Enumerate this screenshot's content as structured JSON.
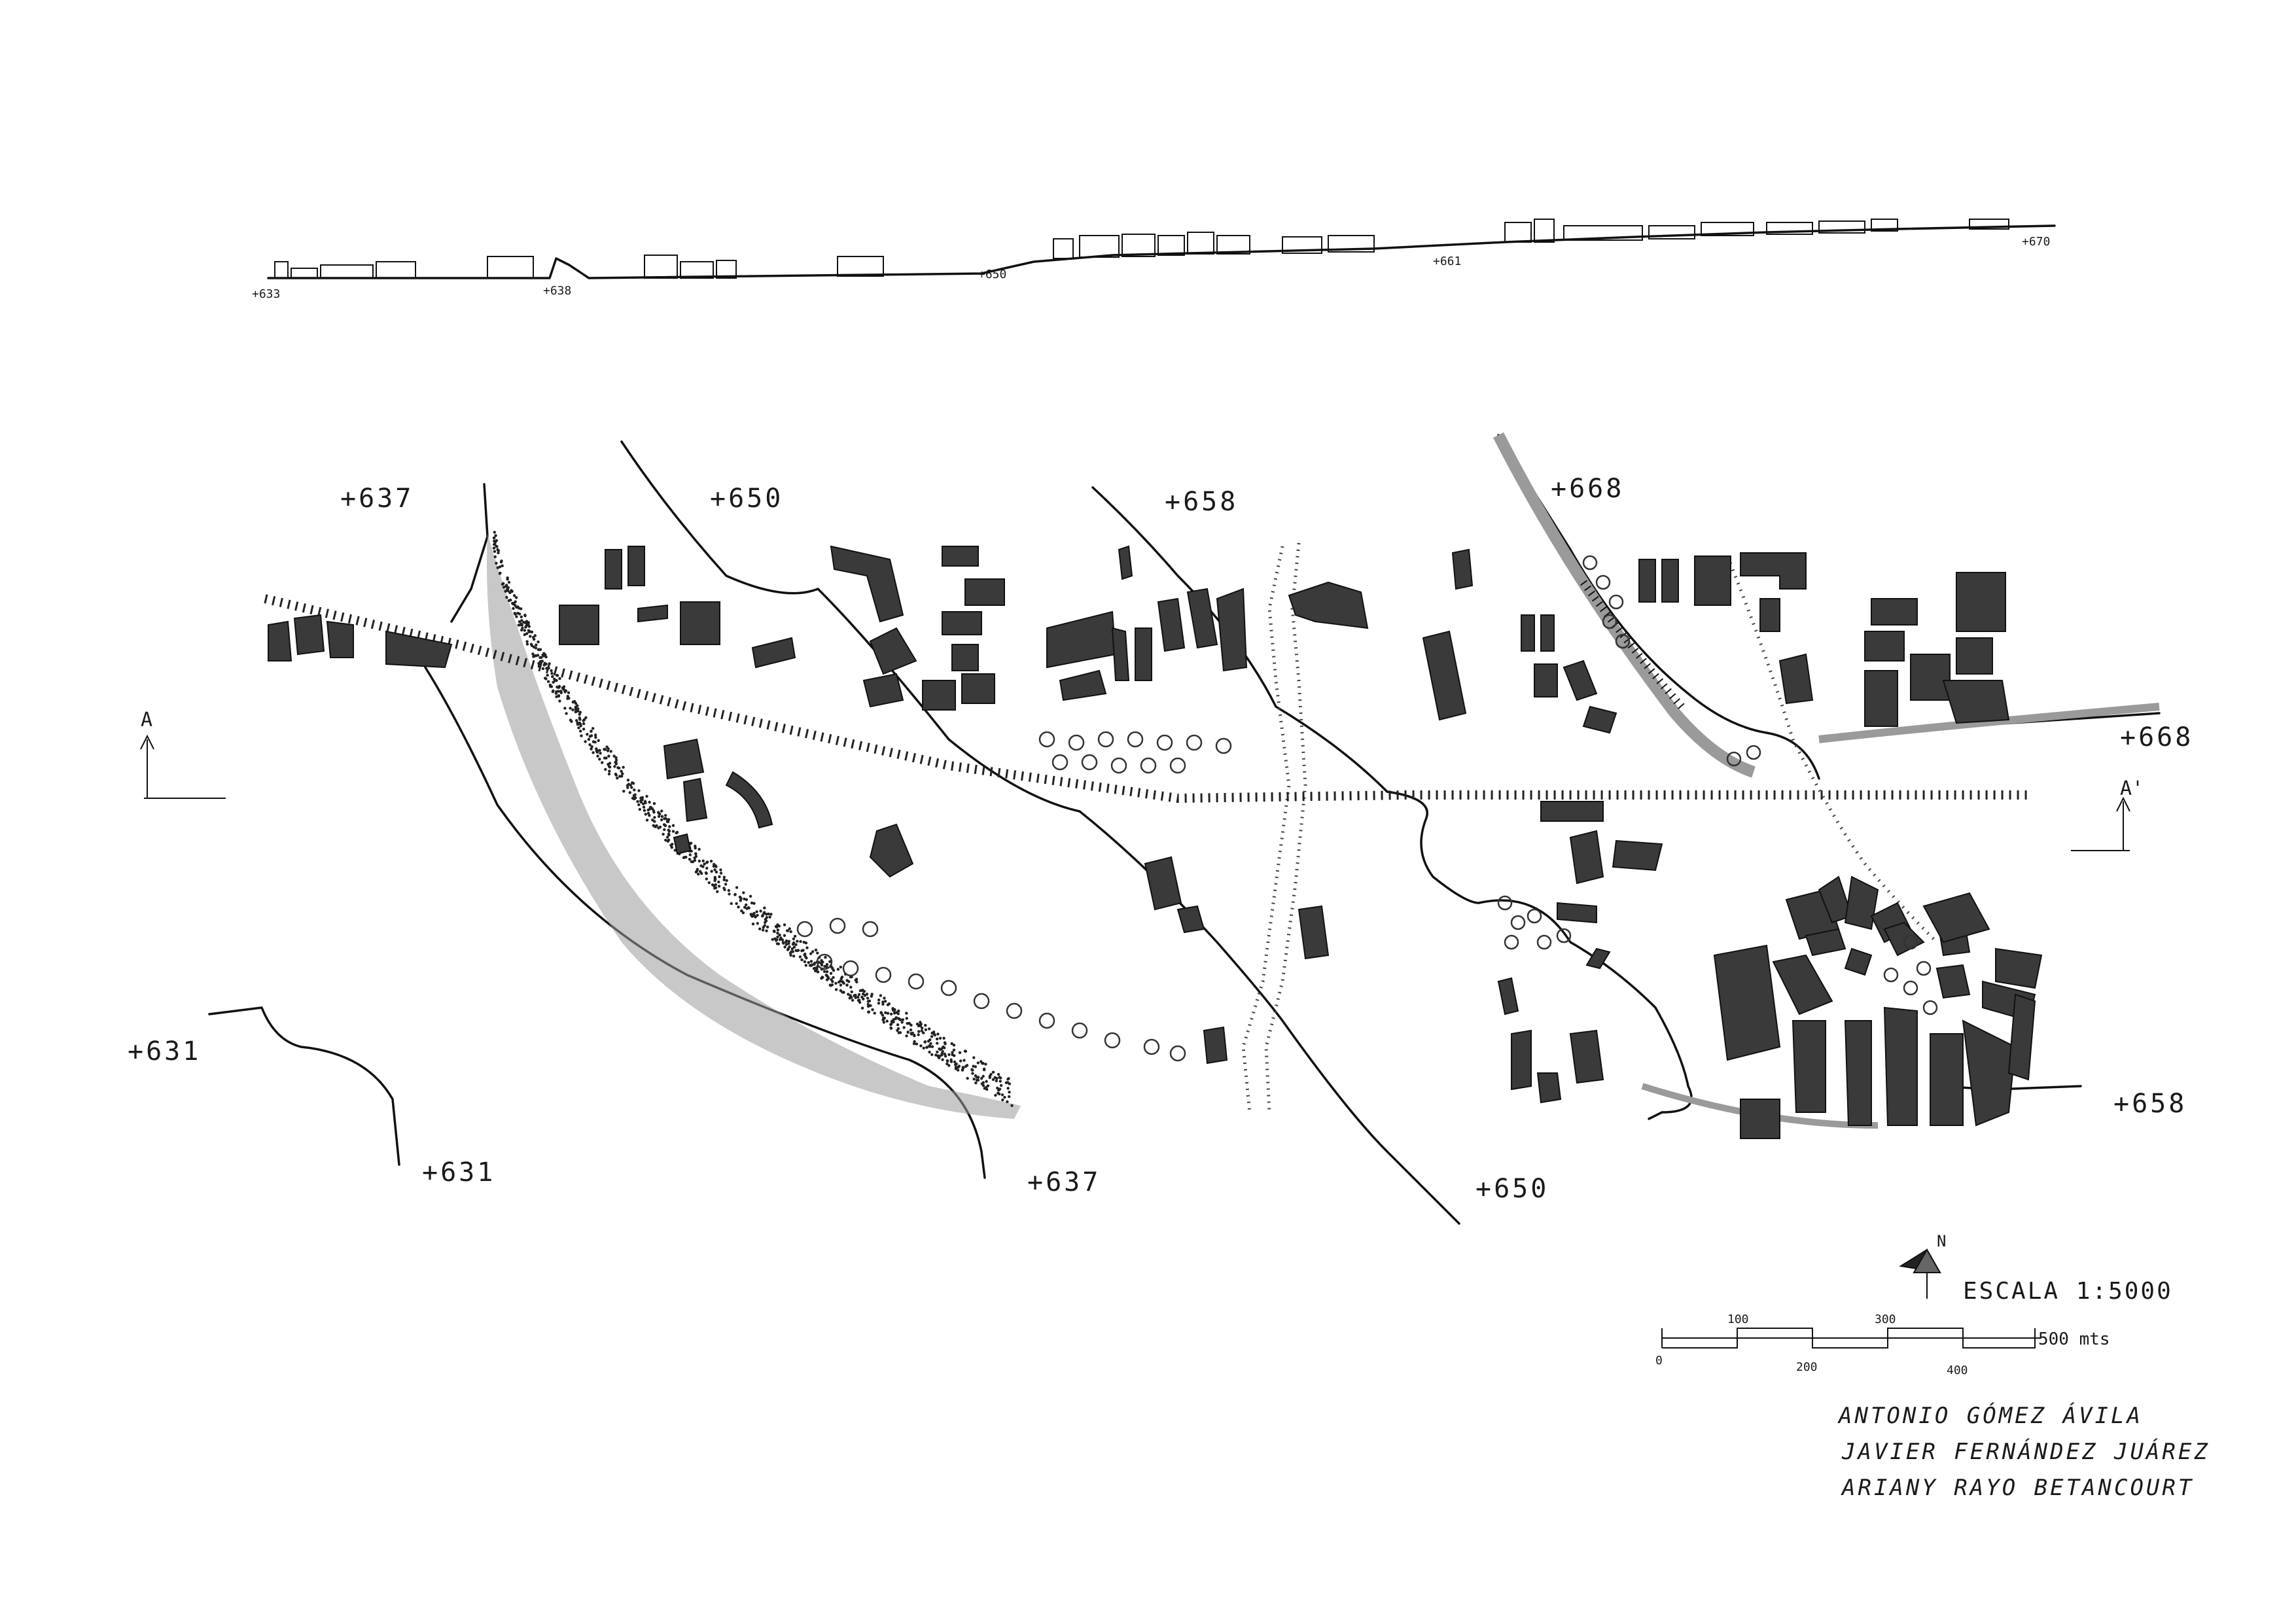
{
  "section": {
    "labels": [
      "+633",
      "+638",
      "+650",
      "+661",
      "+670"
    ]
  },
  "elevations": [
    {
      "text": "+637"
    },
    {
      "text": "+650"
    },
    {
      "text": "+658"
    },
    {
      "text": "+668"
    },
    {
      "text": "+668"
    },
    {
      "text": "+631"
    },
    {
      "text": "+631"
    },
    {
      "text": "+637"
    },
    {
      "text": "+650"
    },
    {
      "text": "+658"
    }
  ],
  "section_markers": {
    "left": "A",
    "right": "A'"
  },
  "north": {
    "label": "N"
  },
  "scale": {
    "title": "ESCALA 1:5000",
    "top_labels": [
      "100",
      "300"
    ],
    "bottom_labels": [
      "0",
      "200",
      "400"
    ],
    "end_label": "500 mts"
  },
  "authors": [
    "ANTONIO GÓMEZ ÁVILA",
    "JAVIER FERNÁNDEZ JUÁREZ",
    "ARIANY RAYO BETANCOURT"
  ],
  "colors": {
    "ink": "#111111",
    "building": "#3a3a3a",
    "paper": "#ffffff"
  }
}
